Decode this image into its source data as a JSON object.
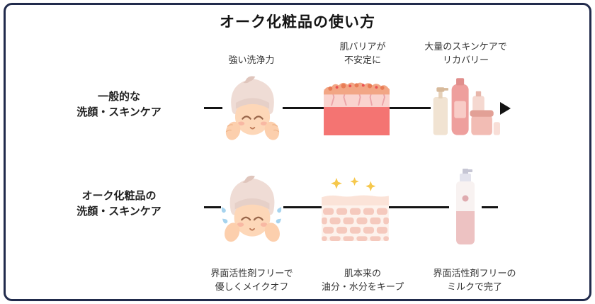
{
  "title": "オーク化粧品の使い方",
  "rows": [
    {
      "id": "general",
      "label": [
        "一般的な",
        "洗顔・スキンケア"
      ],
      "captions": [
        [
          "強い洗浄力"
        ],
        [
          "肌バリアが",
          "不安定に"
        ],
        [
          "大量のスキンケアで",
          "リカバリー"
        ]
      ],
      "icons": [
        "face-washing-icon",
        "damaged-skin-icon",
        "skincare-products-icon"
      ]
    },
    {
      "id": "oak",
      "label": [
        "オーク化粧品の",
        "洗顔・スキンケア"
      ],
      "captions": [
        [
          "界面活性剤フリーで",
          "優しくメイクオフ"
        ],
        [
          "肌本来の",
          "油分・水分をキープ"
        ],
        [
          "界面活性剤フリーの",
          "ミルクで完了"
        ]
      ],
      "icons": [
        "gentle-face-washing-icon",
        "healthy-skin-icon",
        "milk-bottle-icon"
      ]
    }
  ],
  "colors": {
    "border": "#212b4c",
    "arrow": "#141414",
    "text": "#3a3a3a",
    "title": "#141414",
    "skin_tone": "#fdd7b8",
    "towel": "#efdcd5",
    "inflamed_red": "#f47472",
    "healthy_cell_pink": "#f5c9bd",
    "sparkle_yellow": "#f6c84c",
    "water_blue": "#a6d3ee"
  }
}
